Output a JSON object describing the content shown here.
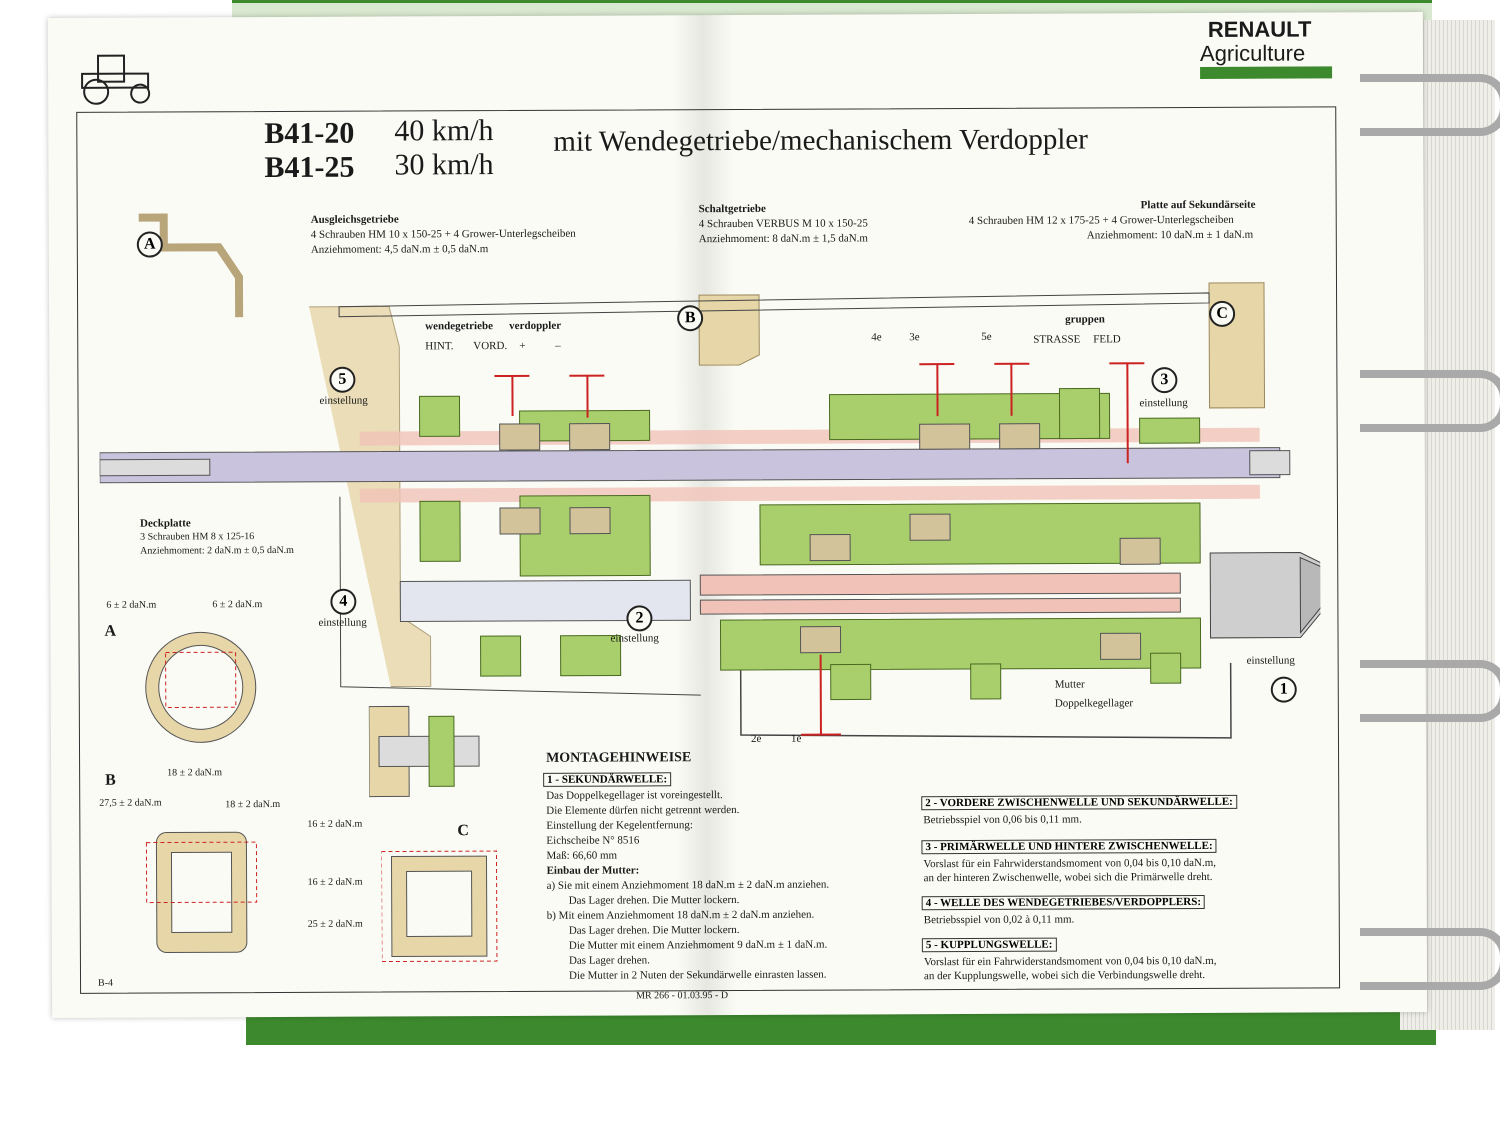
{
  "brand": {
    "line1": "RENAULT",
    "line2": "Agriculture"
  },
  "header": {
    "model1": "B41-20",
    "speed1": "40 km/h",
    "model2": "B41-25",
    "speed2": "30 km/h",
    "subtitle": "mit Wendegetriebe/mechanischem Verdoppler"
  },
  "callouts": {
    "ausgleich": {
      "title": "Ausgleichsgetriebe",
      "line1": "4 Schrauben HM 10 x 150-25 + 4 Grower-Unterlegscheiben",
      "line2": "Anziehmoment: 4,5 daN.m ± 0,5 daN.m"
    },
    "schalt": {
      "title": "Schaltgetriebe",
      "line1": "4 Schrauben VERBUS M 10 x 150-25",
      "line2": "Anziehmoment: 8 daN.m ± 1,5 daN.m"
    },
    "platte": {
      "title": "Platte auf Sekundärseite",
      "line1": "4 Schrauben HM 12 x 175-25 + 4 Grower-Unterlegscheiben",
      "line2": "Anziehmoment: 10 daN.m ± 1 daN.m"
    },
    "deck": {
      "title": "Deckplatte",
      "line1": "3 Schrauben HM 8 x 125-16",
      "line2": "Anziehmoment: 2 daN.m ± 0,5 daN.m"
    }
  },
  "diagram": {
    "wende": "wendegetriebe",
    "verdoppler": "verdoppler",
    "hint": "HINT.",
    "vord": "VORD.",
    "plus": "+",
    "minus": "–",
    "gruppen": "gruppen",
    "strasse": "STRASSE",
    "feld": "FELD",
    "g4": "4e",
    "g3": "3e",
    "g5": "5e",
    "g2": "2e",
    "g1": "1e",
    "einstellung": "einstellung",
    "mutter": "Mutter",
    "doppel": "Doppelkegellager",
    "letterA": "A",
    "letterB": "B",
    "letterC": "C",
    "n1": "1",
    "n2": "2",
    "n3": "3",
    "n4": "4",
    "n5": "5"
  },
  "plates": {
    "a_left": "6 ± 2 daN.m",
    "a_right": "6 ± 2 daN.m",
    "b_top": "18 ± 2 daN.m",
    "b_left": "27,5 ± 2 daN.m",
    "b_right": "18 ± 2 daN.m",
    "c_1": "16 ± 2 daN.m",
    "c_2": "16 ± 2 daN.m",
    "c_3": "25 ± 2 daN.m"
  },
  "montage": {
    "title": "MONTAGEHINWEISE",
    "s1_head": "1 - SEKUNDÄRWELLE:",
    "s1_l1": "Das Doppelkegellager ist voreingestellt.",
    "s1_l2": "Die Elemente dürfen nicht getrennt werden.",
    "s1_l3": "Einstellung der Kegelentfernung:",
    "s1_l4": "Eichscheibe N° 8516",
    "s1_l5": "Maß: 66,60 mm",
    "s1_l6": "Einbau der Mutter:",
    "s1_a1": "a)   Sie mit einem Anziehmoment 18 daN.m ± 2 daN.m anziehen.",
    "s1_a2": "Das Lager drehen. Die Mutter lockern.",
    "s1_b1": "b)   Mit einem Anziehmoment 18 daN.m ± 2 daN.m anziehen.",
    "s1_b2": "Das Lager drehen. Die Mutter lockern.",
    "s1_b3": "Die Mutter mit einem Anziehmoment 9 daN.m ± 1 daN.m.",
    "s1_b4": "Das Lager drehen.",
    "s1_b5": "Die Mutter in 2 Nuten der Sekundärwelle einrasten lassen.",
    "s2_head": "2 - VORDERE ZWISCHENWELLE UND SEKUNDÄRWELLE:",
    "s2_l1": "Betriebsspiel von 0,06 bis 0,11 mm.",
    "s3_head": "3 - PRIMÄRWELLE UND HINTERE ZWISCHENWELLE:",
    "s3_l1": "Vorslast für ein Fahrwiderstandsmoment von 0,04 bis 0,10 daN.m,",
    "s3_l2": "an der hinteren Zwischenwelle, wobei sich die Primärwelle dreht.",
    "s4_head": "4 - WELLE DES WENDEGETRIEBES/VERDOPPLERS:",
    "s4_l1": "Betriebsspiel von 0,02 à 0,11 mm.",
    "s5_head": "5 - KUPPLUNGSWELLE:",
    "s5_l1": "Vorslast für ein Fahrwiderstandsmoment von 0,04 bis 0,10 daN.m,",
    "s5_l2": "an der Kupplungswelle, wobei sich die Verbindungswelle dreht."
  },
  "footer": {
    "page": "B-4",
    "ref": "MR 266 - 01.03.95 - D"
  },
  "colors": {
    "green": "#3d8a2e",
    "shaft": "#c9c3dd",
    "gear": "#a8cf6b",
    "housing": "#e6d6a8",
    "red": "#cc2222"
  }
}
